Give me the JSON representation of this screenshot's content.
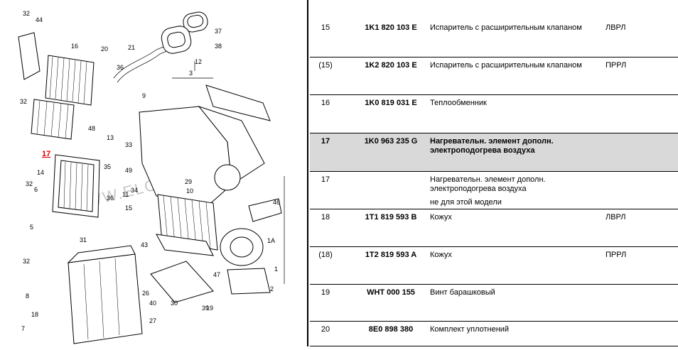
{
  "diagram": {
    "watermark": "WWW.ELCATS.RU",
    "highlight_label": "17",
    "callouts": [
      "32",
      "44",
      "16",
      "20",
      "21",
      "36",
      "37",
      "38",
      "12",
      "3",
      "32",
      "9",
      "48",
      "13",
      "33",
      "14",
      "35",
      "49",
      "11",
      "34",
      "32",
      "6",
      "29",
      "10",
      "15",
      "36",
      "5",
      "31",
      "46",
      "43",
      "1",
      "1A",
      "32",
      "8",
      "2",
      "40",
      "26",
      "18",
      "7",
      "27",
      "39",
      "19",
      "47",
      "30"
    ]
  },
  "rows": [
    {
      "pos": "15",
      "num": "1K1 820 103 E",
      "desc": "Испаритель с расширительным клапаном",
      "note": "",
      "side": "ЛВРЛ",
      "highlight": false
    },
    {
      "pos": "(15)",
      "num": "1K2 820 103 E",
      "desc": "Испаритель с расширительным клапаном",
      "note": "",
      "side": "ПРРЛ",
      "highlight": false
    },
    {
      "pos": "16",
      "num": "1K0 819 031 E",
      "desc": "Теплообменник",
      "note": "",
      "side": "",
      "highlight": false
    },
    {
      "pos": "17",
      "num": "1K0 963 235 G",
      "desc": "Нагревательн. элемент дополн. электроподогрева воздуха",
      "note": "",
      "side": "",
      "highlight": true
    },
    {
      "pos": "17",
      "num": "",
      "desc": "Нагревательн. элемент дополн. электроподогрева воздуха",
      "note": "не для этой модели",
      "side": "",
      "highlight": false
    },
    {
      "pos": "18",
      "num": "1T1 819 593 B",
      "desc": "Кожух",
      "note": "",
      "side": "ЛВРЛ",
      "highlight": false
    },
    {
      "pos": "(18)",
      "num": "1T2 819 593 A",
      "desc": "Кожух",
      "note": "",
      "side": "ПРРЛ",
      "highlight": false
    },
    {
      "pos": "19",
      "num": "WHT 000 155",
      "desc": "Винт барашковый",
      "note": "",
      "side": "",
      "highlight": false
    },
    {
      "pos": "20",
      "num": "8E0 898 380",
      "desc": "Комплект уплотнений",
      "note": "",
      "side": "",
      "highlight": false
    }
  ]
}
